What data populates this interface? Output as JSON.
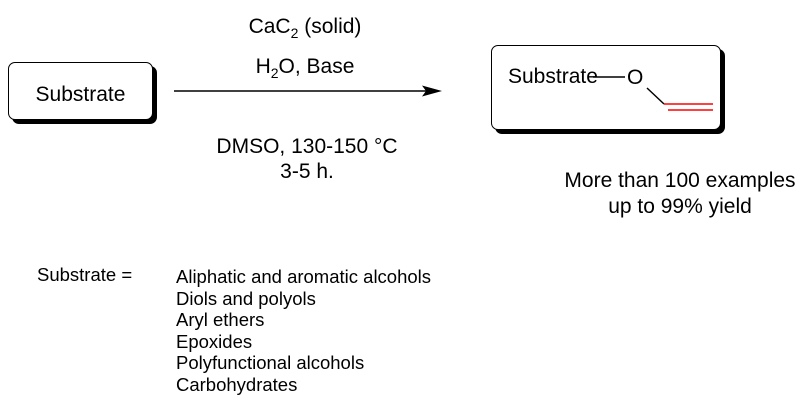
{
  "reaction": {
    "reactant_label": "Substrate",
    "product_substrate_label": "Substrate",
    "product_o_label": "O",
    "reagent_line1": {
      "main": "CaC",
      "sub": "2",
      "rest": " (solid)"
    },
    "reagent_line2": {
      "main": "H",
      "sub": "2",
      "rest": "O, Base"
    },
    "condition_line1": "DMSO, 130-150 °C",
    "condition_line2": "3-5 h.",
    "result_line1": "More than 100 examples",
    "result_line2": "up to 99% yield",
    "vinyl_color": "#ff0000"
  },
  "substrate_list": {
    "label": "Substrate =",
    "items": [
      "Aliphatic and aromatic alcohols",
      "Diols and polyols",
      "Aryl ethers",
      "Epoxides",
      "Polyfunctional alcohols",
      "Carbohydrates"
    ]
  }
}
